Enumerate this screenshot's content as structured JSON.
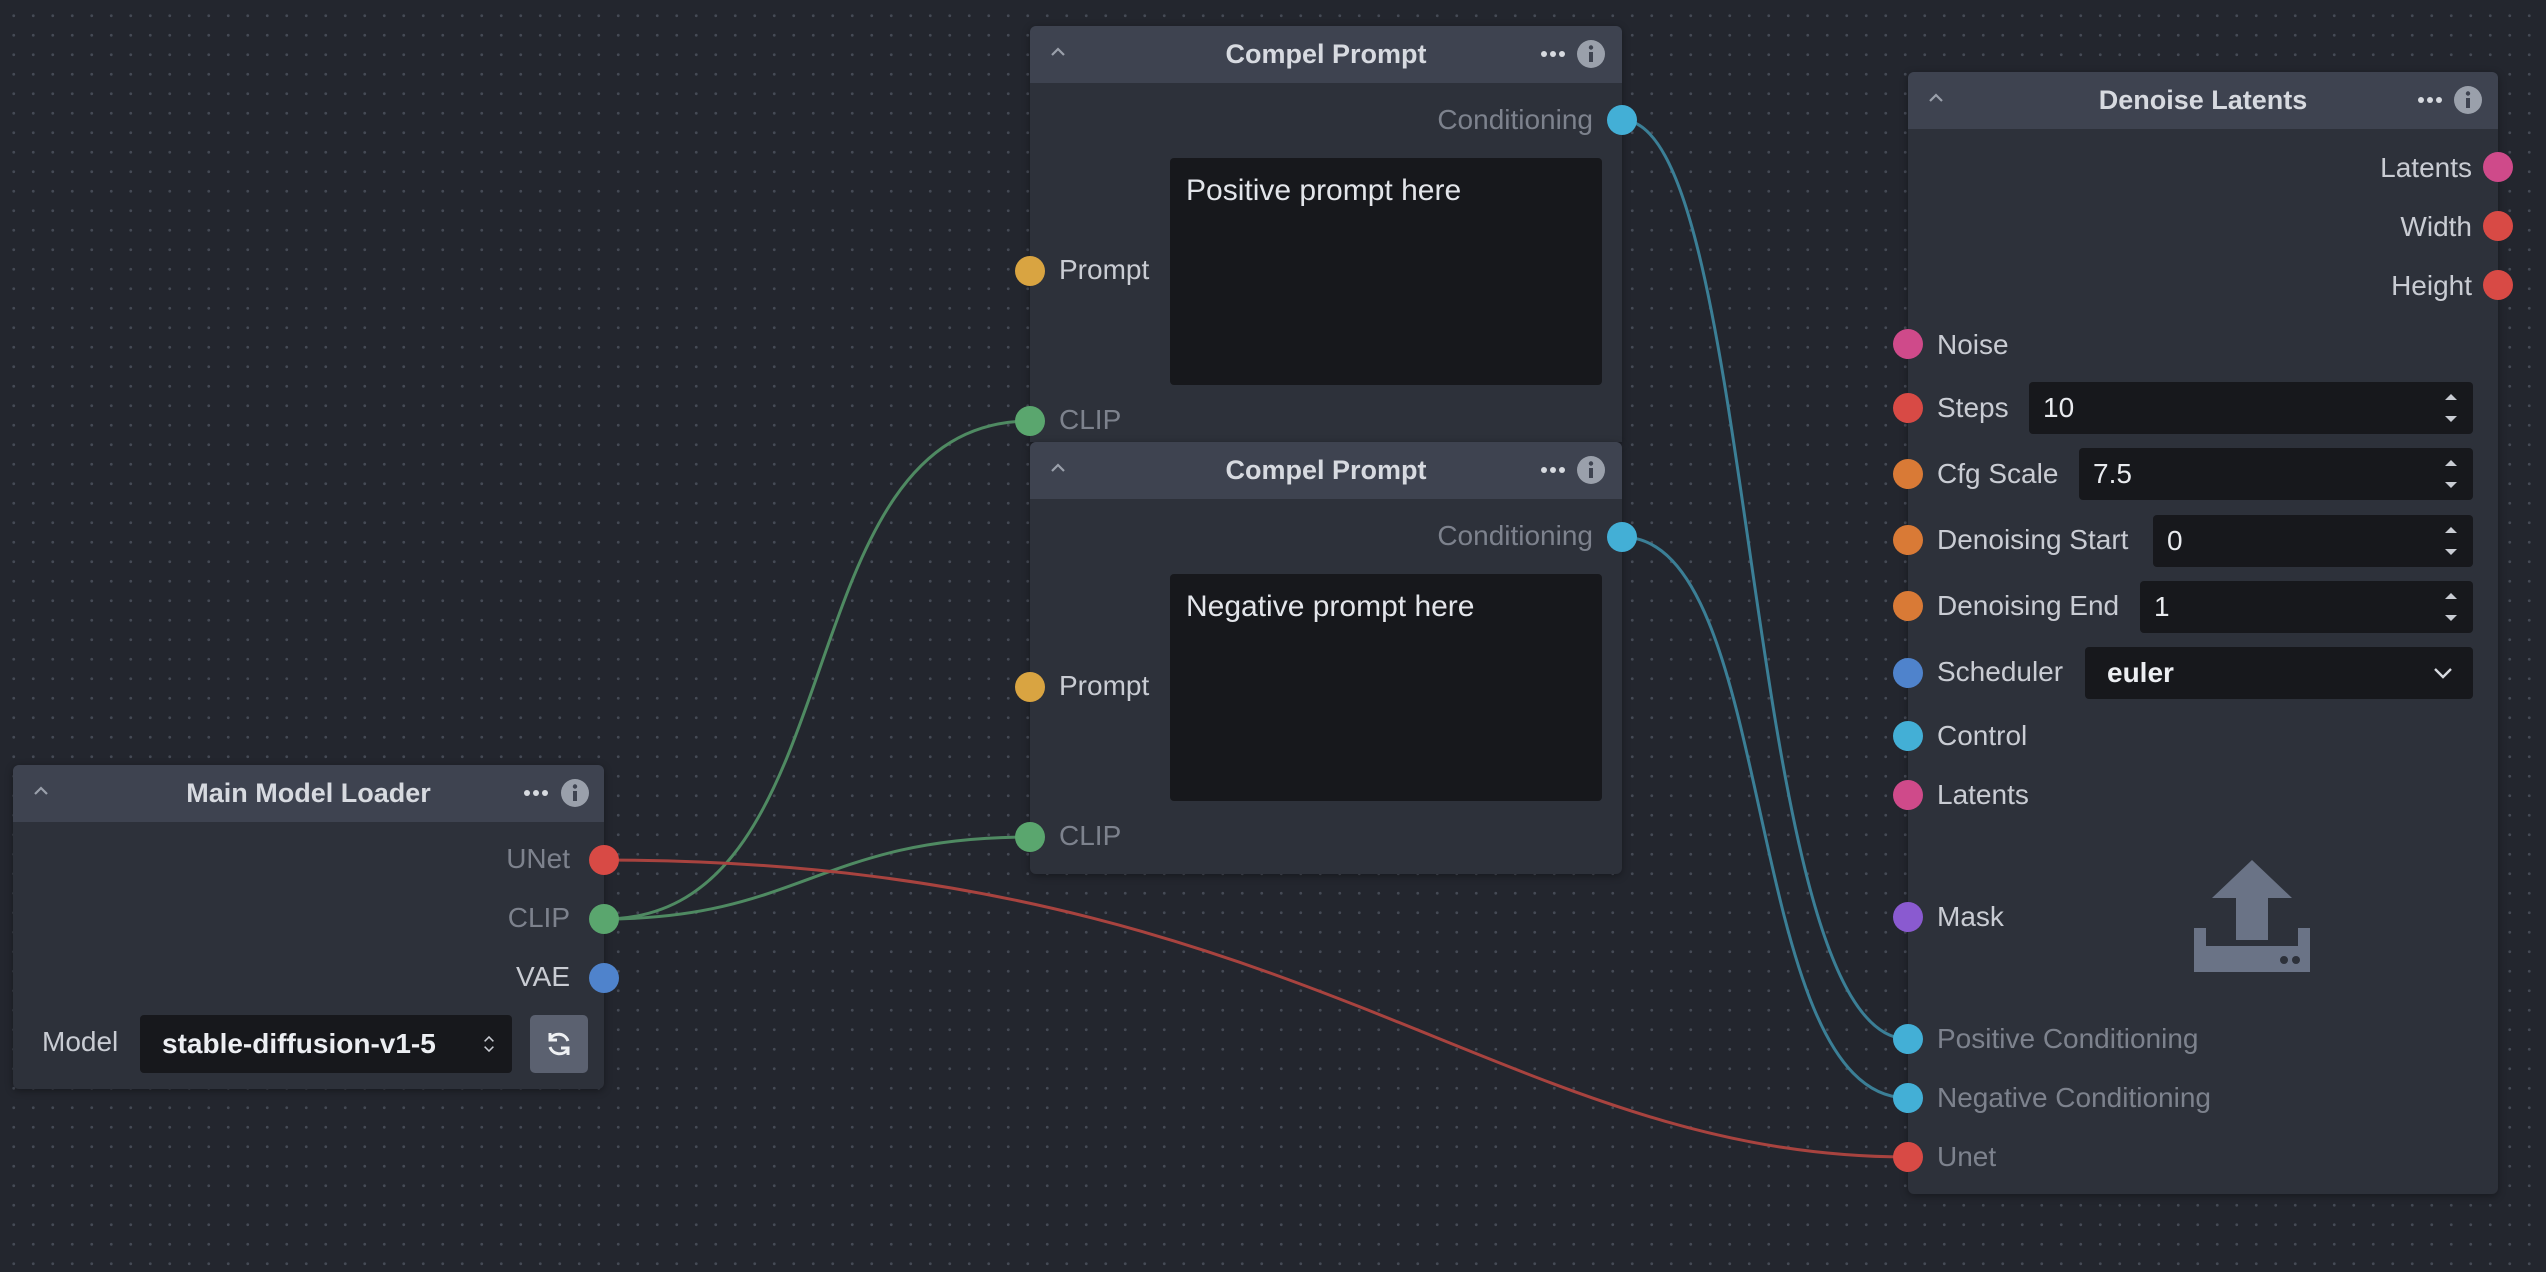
{
  "colors": {
    "unet": "#d84a45",
    "clip": "#5aa66e",
    "vae": "#4f83cc",
    "conditioning": "#43afd6",
    "prompt": "#d9a441",
    "latents": "#cf4a8a",
    "integer": "#d84a45",
    "float": "#d97a36",
    "scheduler": "#4f83cc",
    "mask": "#8a5ad0"
  },
  "model_loader": {
    "title": "Main Model Loader",
    "outputs": [
      "UNet",
      "CLIP",
      "VAE"
    ],
    "model_label": "Model",
    "model_value": "stable-diffusion-v1-5",
    "refresh_icon": "refresh-icon"
  },
  "prompt_positive": {
    "title": "Compel Prompt",
    "output": "Conditioning",
    "prompt_label": "Prompt",
    "prompt_text": "Positive prompt here",
    "clip_label": "CLIP"
  },
  "prompt_negative": {
    "title": "Compel Prompt",
    "output": "Conditioning",
    "prompt_label": "Prompt",
    "prompt_text": "Negative prompt here",
    "clip_label": "CLIP"
  },
  "denoise": {
    "title": "Denoise Latents",
    "outputs": [
      "Latents",
      "Width",
      "Height"
    ],
    "noise_label": "Noise",
    "steps_label": "Steps",
    "steps_value": "10",
    "cfg_label": "Cfg Scale",
    "cfg_value": "7.5",
    "dstart_label": "Denoising Start",
    "dstart_value": "0",
    "dend_label": "Denoising End",
    "dend_value": "1",
    "scheduler_label": "Scheduler",
    "scheduler_value": "euler",
    "control_label": "Control",
    "latents_label": "Latents",
    "mask_label": "Mask",
    "upload_icon": "upload-icon",
    "pos_cond_label": "Positive Conditioning",
    "neg_cond_label": "Negative Conditioning",
    "unet_label": "Unet"
  }
}
